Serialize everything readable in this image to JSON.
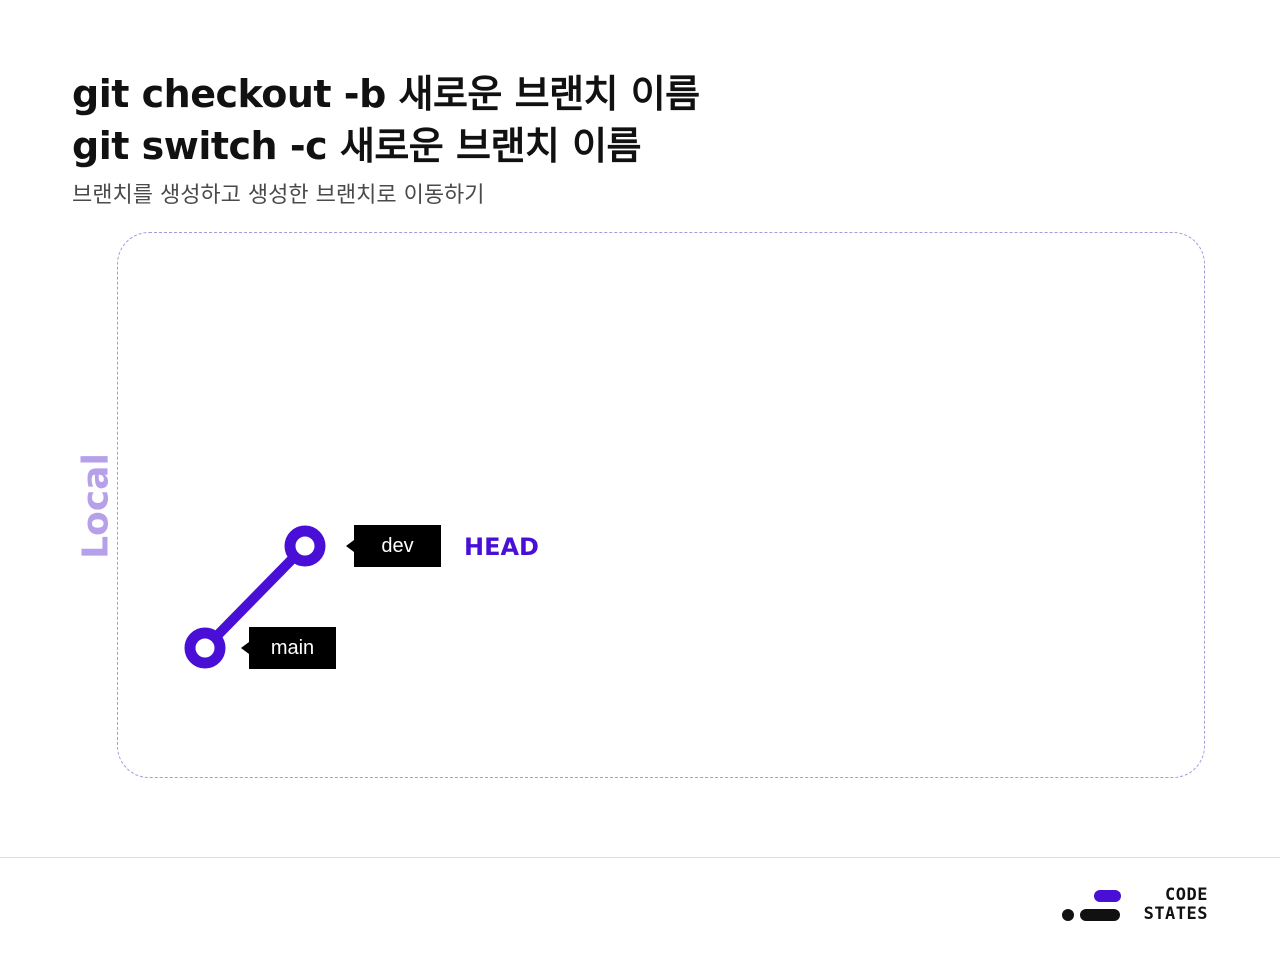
{
  "header": {
    "title_line1": "git checkout -b 새로운 브랜치 이름",
    "title_line2": "git switch -c 새로운 브랜치 이름",
    "subtitle": "브랜치를 생성하고 생성한 브랜치로 이동하기"
  },
  "diagram": {
    "area_label": "Local",
    "branches": [
      {
        "name": "main"
      },
      {
        "name": "dev"
      }
    ],
    "head_label": "HEAD",
    "colors": {
      "commit": "#4a0fd6",
      "head": "#4a0fd6",
      "area_label": "#b7a0ea",
      "area_border": "#a89ad8",
      "tag_bg": "#000000"
    }
  },
  "footer": {
    "logo": {
      "line1": "CODE",
      "line2": "STATES",
      "icon": "code-states-logo-icon"
    }
  }
}
